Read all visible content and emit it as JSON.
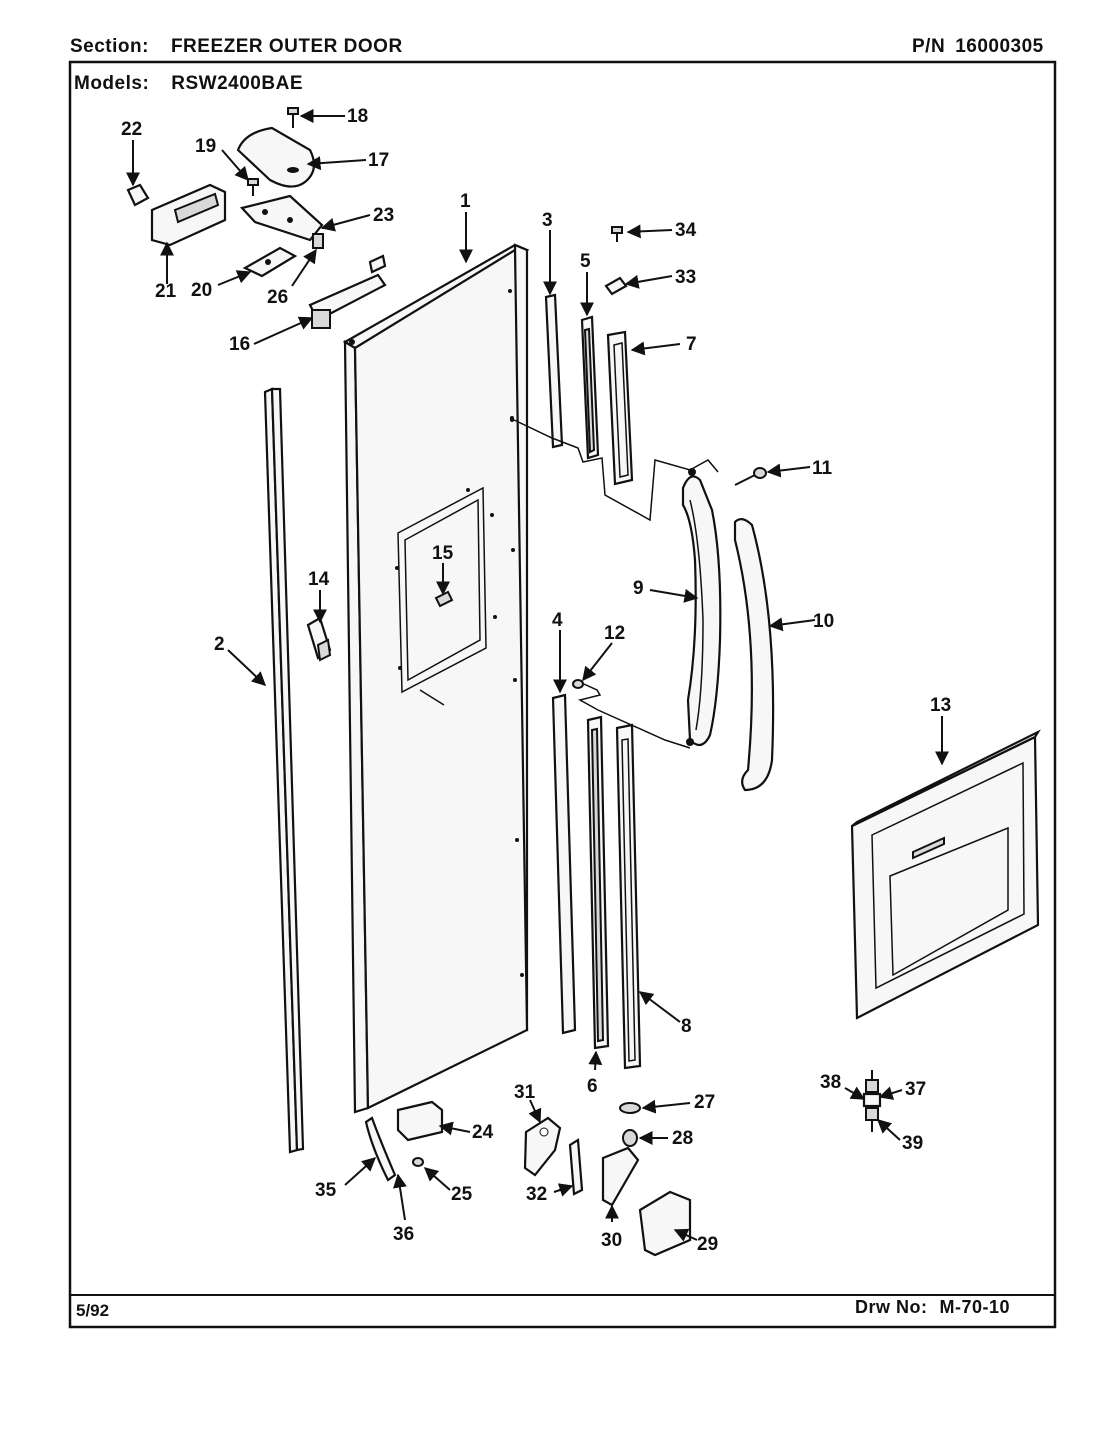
{
  "header": {
    "section_label": "Section:",
    "section_value": "FREEZER OUTER DOOR",
    "pn_label": "P/N",
    "pn_value": "16000305",
    "models_label": "Models:",
    "models_value": "RSW2400BAE"
  },
  "footer": {
    "date": "5/92",
    "drw_label": "Drw No:",
    "drw_value": "M-70-10"
  },
  "part_labels": {
    "p1": "1",
    "p2": "2",
    "p3": "3",
    "p4": "4",
    "p5": "5",
    "p6": "6",
    "p7": "7",
    "p8": "8",
    "p9": "9",
    "p10": "10",
    "p11": "11",
    "p12": "12",
    "p13": "13",
    "p14": "14",
    "p15": "15",
    "p16": "16",
    "p17": "17",
    "p18": "18",
    "p19": "19",
    "p20": "20",
    "p21": "21",
    "p22": "22",
    "p23": "23",
    "p24": "24",
    "p25": "25",
    "p26": "26",
    "p27": "27",
    "p28": "28",
    "p29": "29",
    "p30": "30",
    "p31": "31",
    "p32": "32",
    "p33": "33",
    "p34": "34",
    "p35": "35",
    "p36": "36",
    "p37": "37",
    "p38": "38",
    "p39": "39"
  }
}
